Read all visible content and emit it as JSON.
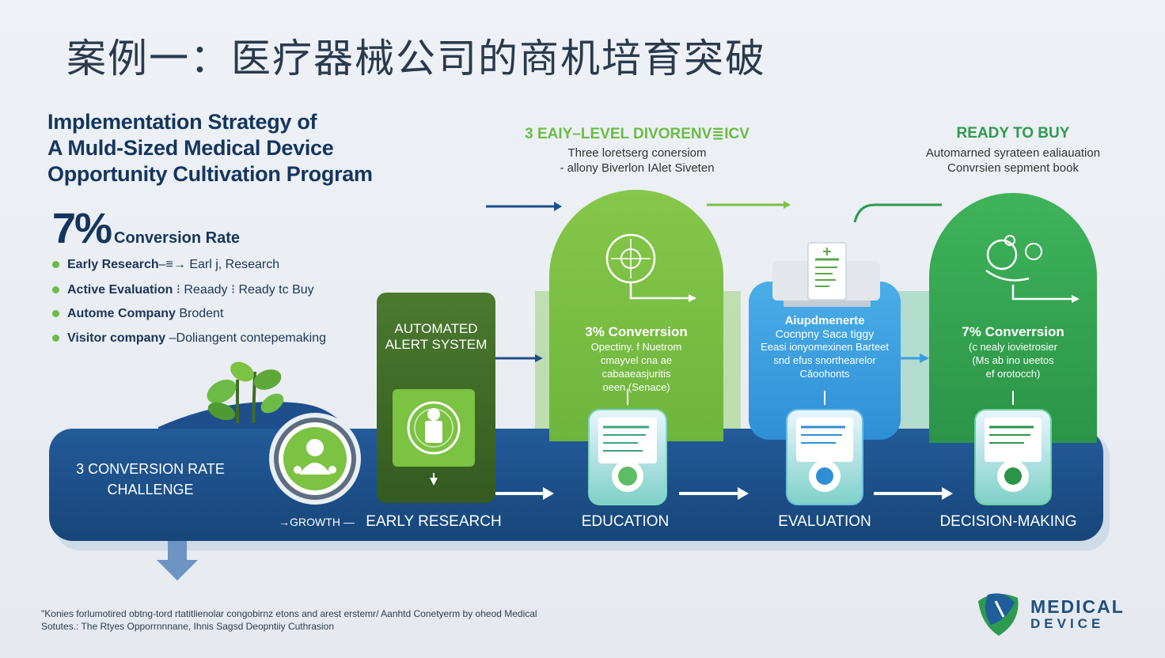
{
  "title": "案例一：医疗器械公司的商机培育突破",
  "subtitle": [
    "Implementation Strategy of",
    "A Muld-Sized Medical Device",
    "Opportunity Cultivation Program"
  ],
  "stat": {
    "value": "7%",
    "label": "Conversion Rate"
  },
  "bullets": [
    {
      "label": "Early Research",
      "sub": "–≡→ Earl j, Research"
    },
    {
      "label": "Active Evaluation",
      "sub": "⁝ Reaady ⁝ Ready tc Buy"
    },
    {
      "label": "Autome Company",
      "sub": "Brodent"
    },
    {
      "label": "Visitor company",
      "sub": "–Doliangent contepemaking"
    }
  ],
  "stage_heads": {
    "middle": {
      "title": "3 EAIY–LEVEL DIVORENV≣ICV",
      "desc1": "Three loretserg conersiom",
      "desc2": "- allony Biverlon IAlet Siveten",
      "color": "#6cbb46"
    },
    "right": {
      "title": "READY TO BUY",
      "desc1": "Automarned syrateen ealiauation",
      "desc2": "Convrsien sepment book",
      "color": "#2e9a50"
    }
  },
  "challenge": {
    "line1": "3 CONVERSION RATE",
    "line2": "CHALLENGE"
  },
  "growth_label": "→GROWTH —",
  "alert_panel": {
    "line1": "AUTOMATED",
    "line2": "ALERT SYSTEM"
  },
  "panels": {
    "green": {
      "title": "3% Converrsion",
      "body": [
        "Opectiny. f Nuetrom",
        "cmayvel cna ae",
        "cabaaeasjuritis",
        "oeen (Senace)"
      ]
    },
    "blue": {
      "title": "Aiupdmenerte",
      "title2": "Cocnpny Saca tiggy",
      "body": [
        "Eeasi ionyomexinen Barteet",
        "snd efus snorthearelor",
        "Cǎoohonts"
      ]
    },
    "dkgreen": {
      "title": "7% Converrsion",
      "body": [
        "(c nealy iovietrosier",
        "(Ms ab ino ueetos",
        "ef orotocch)"
      ]
    }
  },
  "steps": [
    "EARLY RESEARCH",
    "EDUCATION",
    "EVALUATION",
    "DECISION-MAKING"
  ],
  "footnote": [
    "\"Konies forlumotired obtng-tord rtatitlienolar congobirnz etons and arest erstemr/ Aanhtd Conetyerm by oheod Medical",
    "Sotutes.: The Rtyes Opporrnnnane, Ihnis Sagsd Deopntiiy Cuthrasion"
  ],
  "logo": {
    "line1": "MEDICAL",
    "line2": "DEVICE"
  },
  "colors": {
    "navy": "#1e4f8c",
    "lime": "#7cc243",
    "blue": "#3a9ce0",
    "green": "#34a853",
    "darkgreen": "#3f6b2a"
  }
}
